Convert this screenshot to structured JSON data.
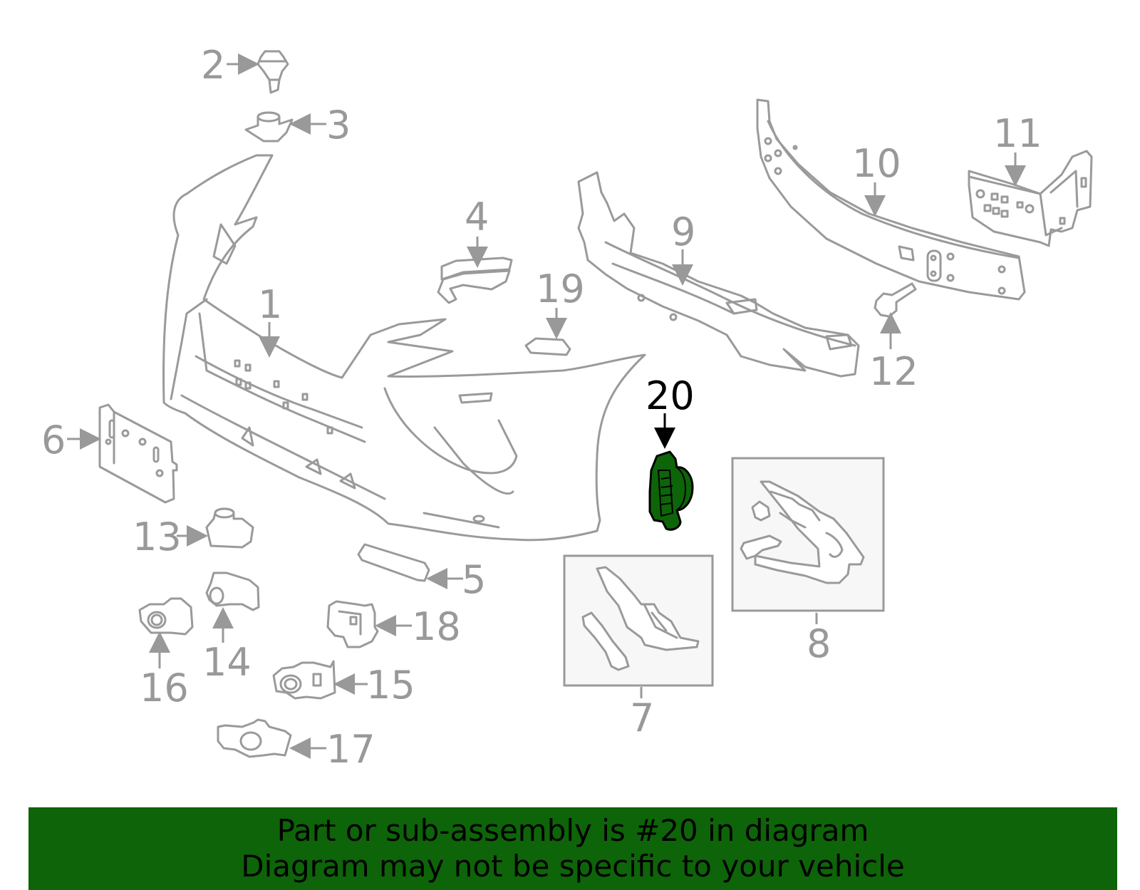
{
  "diagram": {
    "highlight_color": "#0e6409",
    "callouts": [
      {
        "id": "1",
        "label": "1"
      },
      {
        "id": "2",
        "label": "2"
      },
      {
        "id": "3",
        "label": "3"
      },
      {
        "id": "4",
        "label": "4"
      },
      {
        "id": "5",
        "label": "5"
      },
      {
        "id": "6",
        "label": "6"
      },
      {
        "id": "7",
        "label": "7"
      },
      {
        "id": "8",
        "label": "8"
      },
      {
        "id": "9",
        "label": "9"
      },
      {
        "id": "10",
        "label": "10"
      },
      {
        "id": "11",
        "label": "11"
      },
      {
        "id": "12",
        "label": "12"
      },
      {
        "id": "13",
        "label": "13"
      },
      {
        "id": "14",
        "label": "14"
      },
      {
        "id": "15",
        "label": "15"
      },
      {
        "id": "16",
        "label": "16"
      },
      {
        "id": "17",
        "label": "17"
      },
      {
        "id": "18",
        "label": "18"
      },
      {
        "id": "19",
        "label": "19"
      },
      {
        "id": "20",
        "label": "20",
        "highlighted": true
      }
    ]
  },
  "banner": {
    "line1": "Part or sub-assembly is #20 in diagram",
    "line2": "Diagram may not be specific to your vehicle",
    "background": "#0e6409"
  }
}
